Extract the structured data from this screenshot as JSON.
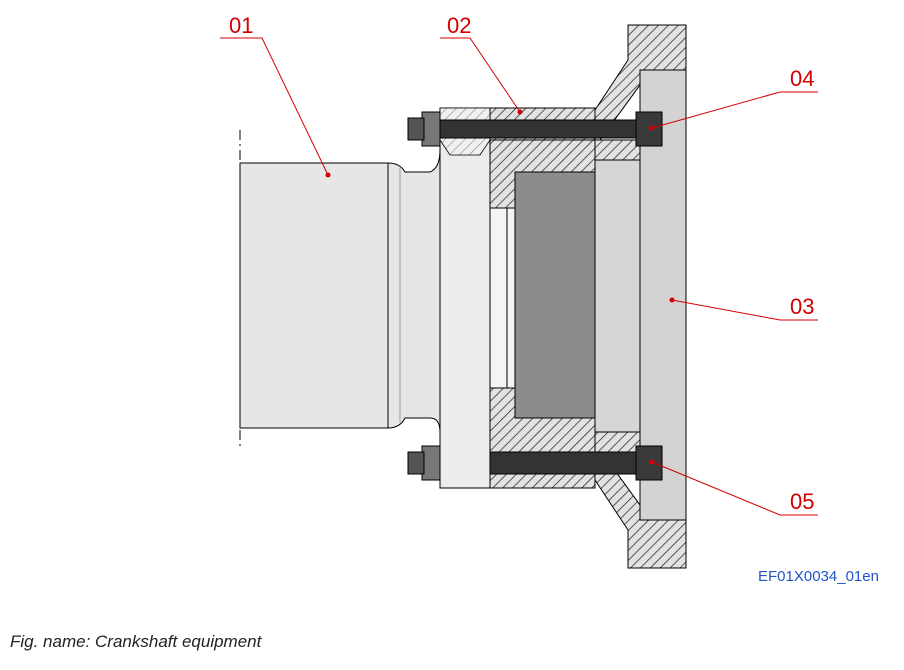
{
  "drawing": {
    "callouts": [
      {
        "label": "01",
        "part": "crankshaft"
      },
      {
        "label": "02",
        "part": "adapter-flange"
      },
      {
        "label": "03",
        "part": "hub-flange"
      },
      {
        "label": "04",
        "part": "upper-bolt"
      },
      {
        "label": "05",
        "part": "lower-bolt"
      }
    ],
    "colors": {
      "callout": "#d40000",
      "reference_code": "#1f55c8",
      "outline": "#000000",
      "shaft_fill": "#e9e9e9",
      "dark_fill": "#555555",
      "light_fill": "#dcdcdc",
      "bolt_fill": "#333333"
    }
  },
  "reference_code": "EF01X0034_01en",
  "caption": "Fig. name: Crankshaft equipment"
}
